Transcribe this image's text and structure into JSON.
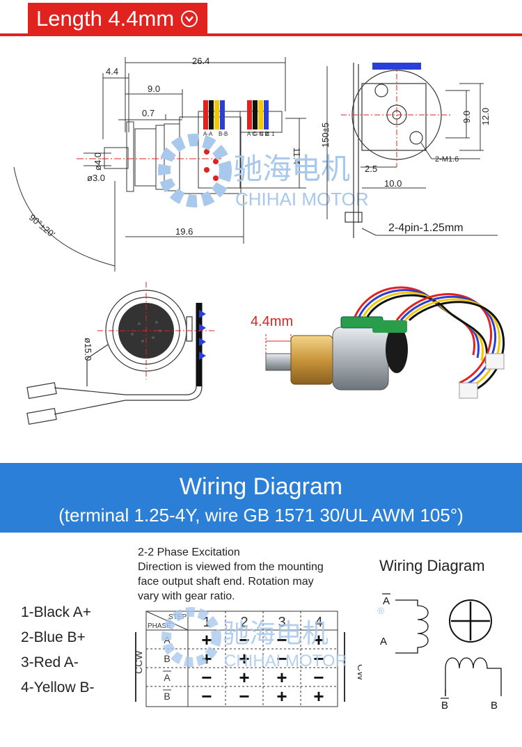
{
  "header": {
    "title": "Length 4.4mm",
    "accent": "#e0231f"
  },
  "drawing_top": {
    "dims": {
      "overall": "26.4",
      "front": "4.4",
      "body9": "9.0",
      "d07": "0.7",
      "h114": "11.4",
      "d40": "ø4.0",
      "d30": "ø3.0",
      "len196": "19.6",
      "angle": "90°±20'",
      "lead": "150±5",
      "w9": "9.0",
      "w12": "12.0",
      "d25": "2.5",
      "d10": "10.0",
      "screw": "2-M1.6",
      "connector": "2-4pin-1.25mm"
    },
    "pcb_labels_left": [
      "A-A",
      "B-B"
    ],
    "pcb_labels_right": [
      "A C",
      "G N D",
      "C 2",
      "C 1"
    ]
  },
  "drawing_mid": {
    "diameter": "ø15.0",
    "photo_label": "4.4mm"
  },
  "watermark": {
    "cn": "驰海电机",
    "en": "CHIHAI MOTOR"
  },
  "section": {
    "title": "Wiring Diagram",
    "subtitle": "(terminal 1.25-4Y, wire GB 1571 30/UL AWM 105°)",
    "color": "#2b7fd6"
  },
  "pins": [
    "1-Black  A+",
    "2-Blue B+",
    "3-Red A-",
    "4-Yellow B-"
  ],
  "notes": {
    "heading": "2-2 Phase Excitation",
    "body": [
      "Direction is viewed from the mounting",
      "face output shaft end. Rotation may",
      "vary with gear ratio."
    ]
  },
  "phase_table": {
    "step_label": "STEP",
    "phase_label": "PHASE",
    "steps": [
      "1",
      "2",
      "3",
      "4"
    ],
    "rows": [
      {
        "phase": "A",
        "bar": false,
        "cells": [
          "+",
          "−",
          "−",
          "+"
        ]
      },
      {
        "phase": "B",
        "bar": false,
        "cells": [
          "+",
          "+",
          "−",
          "−"
        ]
      },
      {
        "phase": "A",
        "bar": true,
        "cells": [
          "−",
          "+",
          "+",
          "−"
        ]
      },
      {
        "phase": "B",
        "bar": true,
        "cells": [
          "−",
          "−",
          "+",
          "+"
        ]
      }
    ],
    "ccw": "CCW",
    "cw": "CW"
  },
  "wiring_diagram": {
    "title": "Wiring Diagram",
    "labels": {
      "a_bar": "A",
      "a": "A",
      "b_bar": "B",
      "b": "B"
    },
    "registered": "®"
  }
}
